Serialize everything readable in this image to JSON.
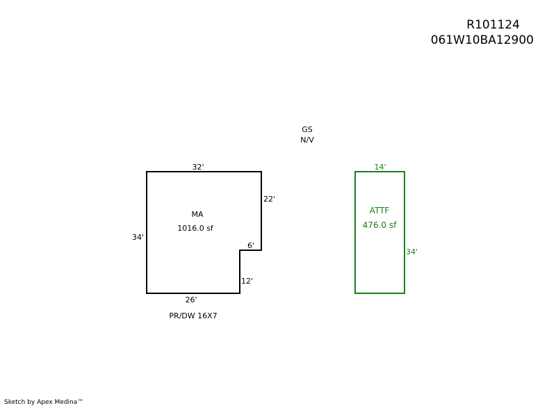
{
  "header": {
    "account_id": "R101124",
    "map_taxlot": "061W10BA12900"
  },
  "garage": {
    "line1": "GS",
    "line2": "N/V"
  },
  "main_area": {
    "code": "MA",
    "area": "1016.0 sf",
    "dims": {
      "top": "32'",
      "right_upper": "22'",
      "notch_top": "6'",
      "notch_side": "12'",
      "bottom": "26'",
      "left": "34'"
    },
    "color": "#000000"
  },
  "attached_feature": {
    "code": "ATTF",
    "area": "476.0 sf",
    "dims": {
      "top": "14'",
      "right": "34'"
    },
    "color": "#1a7f1a"
  },
  "note": "PR/DW 16X7",
  "credit": "Sketch by Apex Medina™"
}
